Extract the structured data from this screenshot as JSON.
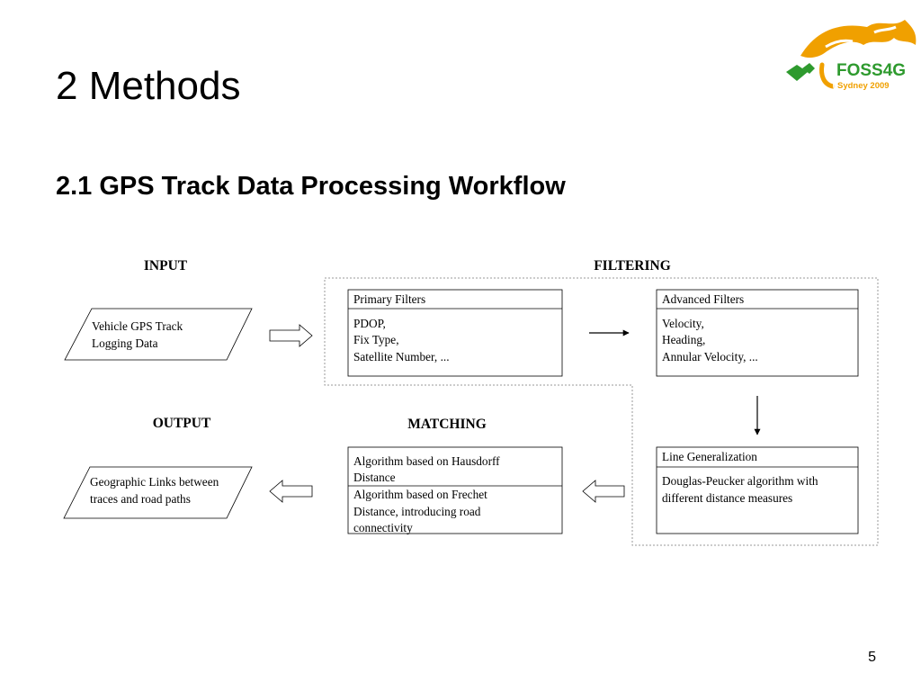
{
  "slide": {
    "title": "2 Methods",
    "subtitle": "2.1 GPS Track Data Processing Workflow",
    "page_number": "5"
  },
  "logo": {
    "text": "FOSS4G",
    "subtext": "Sydney 2009",
    "colors": {
      "orange": "#f0a000",
      "green": "#2e9a2e"
    }
  },
  "diagram": {
    "sections": {
      "input": "INPUT",
      "filtering": "FILTERING",
      "output": "OUTPUT",
      "matching": "MATCHING"
    },
    "input_data": {
      "lines": [
        "Vehicle GPS Track",
        "Logging Data"
      ]
    },
    "output_data": {
      "lines": [
        "Geographic Links between",
        "traces and road paths"
      ]
    },
    "primary_filters": {
      "title": "Primary Filters",
      "lines": [
        "PDOP,",
        "Fix Type,",
        "Satellite Number, ..."
      ]
    },
    "advanced_filters": {
      "title": "Advanced Filters",
      "lines": [
        "Velocity,",
        "Heading,",
        "Annular Velocity, ..."
      ]
    },
    "line_generalization": {
      "title": "Line Generalization",
      "lines": [
        "Douglas-Peucker algorithm with",
        "different distance measures"
      ]
    },
    "matching_algorithms": {
      "hausdorff": [
        "Algorithm based on  Hausdorff",
        "Distance"
      ],
      "frechet": [
        "Algorithm based on Frechet",
        "Distance, introducing road",
        "connectivity"
      ]
    }
  }
}
